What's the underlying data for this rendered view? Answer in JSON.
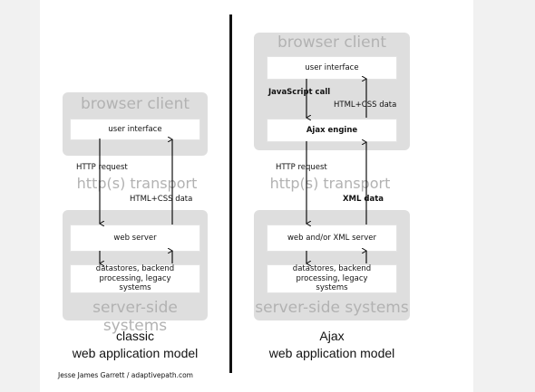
{
  "classic": {
    "browser_client": "browser client",
    "user_interface": "user interface",
    "http_request": "HTTP request",
    "transport": "http(s) transport",
    "html_css_data": "HTML+CSS data",
    "web_server": "web server",
    "datastores": "datastores, backend processing, legacy systems",
    "server_side": "server-side systems",
    "caption_line1": "classic",
    "caption_line2": "web application model",
    "credit": "Jesse James Garrett / adaptivepath.com"
  },
  "ajax": {
    "browser_client": "browser client",
    "user_interface": "user interface",
    "javascript_call": "JavaScript call",
    "html_css_data": "HTML+CSS data",
    "ajax_engine": "Ajax engine",
    "http_request": "HTTP request",
    "transport": "http(s) transport",
    "xml_data": "XML data",
    "web_server": "web and/or XML server",
    "datastores": "datastores, backend processing, legacy systems",
    "server_side": "server-side systems",
    "caption_line1": "Ajax",
    "caption_line2": "web application model"
  },
  "colors": {
    "panel": "#dedede",
    "panel_text": "#b2b2b2",
    "divider": "#111111"
  }
}
